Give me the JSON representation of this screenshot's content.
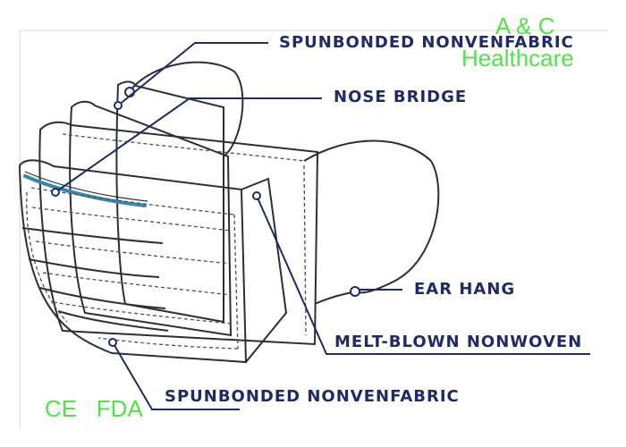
{
  "labels": {
    "outer_layer": "SPUNBONDED NONVENFABRIC",
    "nose_bridge": "NOSE BRIDGE",
    "ear_hang": "EAR HANG",
    "middle_layer": "MELT-BLOWN NONWOVEN",
    "inner_layer": "SPUNBONDED NONVENFABRIC"
  },
  "watermark": {
    "brand_line1": "A & C",
    "brand_line2": "Healthcare",
    "certifications": "CE   FDA"
  },
  "colors": {
    "label_text": "#1f2a66",
    "watermark": "#54e04a",
    "nose_wire": "#3a86a8"
  }
}
